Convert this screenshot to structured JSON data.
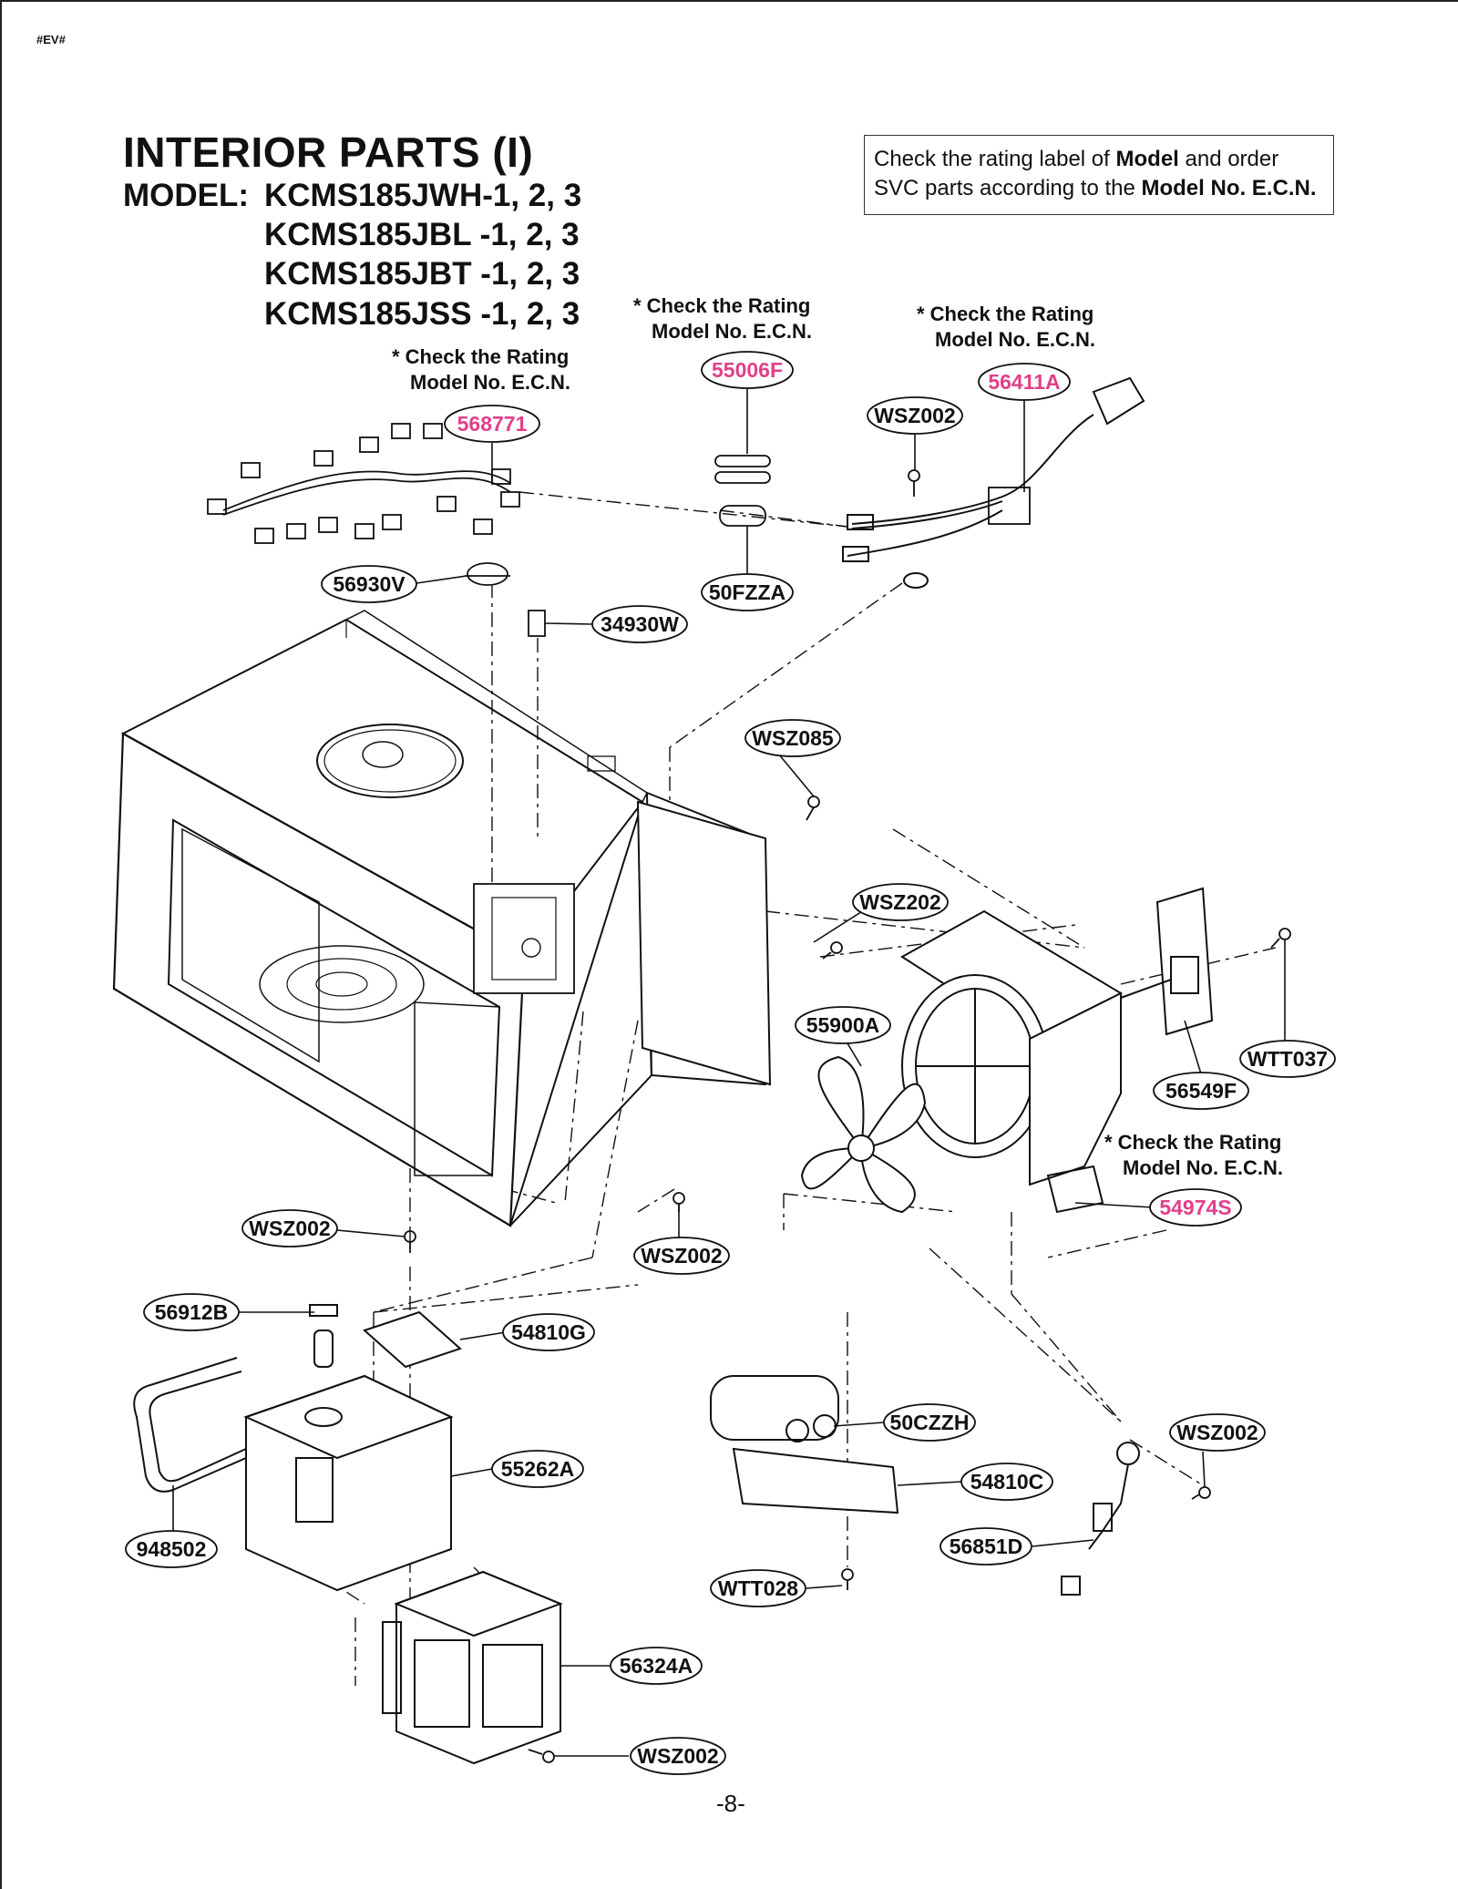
{
  "page": {
    "corner_code": "#EV#",
    "title": "INTERIOR PARTS (I)",
    "model_label": "MODEL:",
    "models": [
      "KCMS185JWH-1, 2, 3",
      "KCMS185JBL -1, 2, 3",
      "KCMS185JBT -1, 2, 3",
      "KCMS185JSS -1, 2, 3"
    ],
    "page_number": "-8-"
  },
  "notice": {
    "part1": "Check the rating label of ",
    "bold1": "Model",
    "part2": " and order SVC parts according to the ",
    "bold2": "Model No. E.C.N."
  },
  "notes": {
    "line1": "* Check the Rating",
    "line2": "Model No. E.C.N."
  },
  "parts": {
    "p568771": "568771",
    "p55006F": "55006F",
    "p56411A": "56411A",
    "p54974S": "54974S",
    "p56930V": "56930V",
    "p34930W": "34930W",
    "p50FZZA": "50FZZA",
    "pWSZ085": "WSZ085",
    "pWSZ202": "WSZ202",
    "p55900A": "55900A",
    "p56549F": "56549F",
    "pWTT037": "WTT037",
    "pWSZ002": "WSZ002",
    "p56912B": "56912B",
    "p54810G": "54810G",
    "p55262A": "55262A",
    "p948502": "948502",
    "p56324A": "56324A",
    "p50CZZH": "50CZZH",
    "p54810C": "54810C",
    "p56851D": "56851D",
    "pWTT028": "WTT028"
  },
  "colors": {
    "ecn_highlight": "#e0408a",
    "line": "#111111"
  }
}
